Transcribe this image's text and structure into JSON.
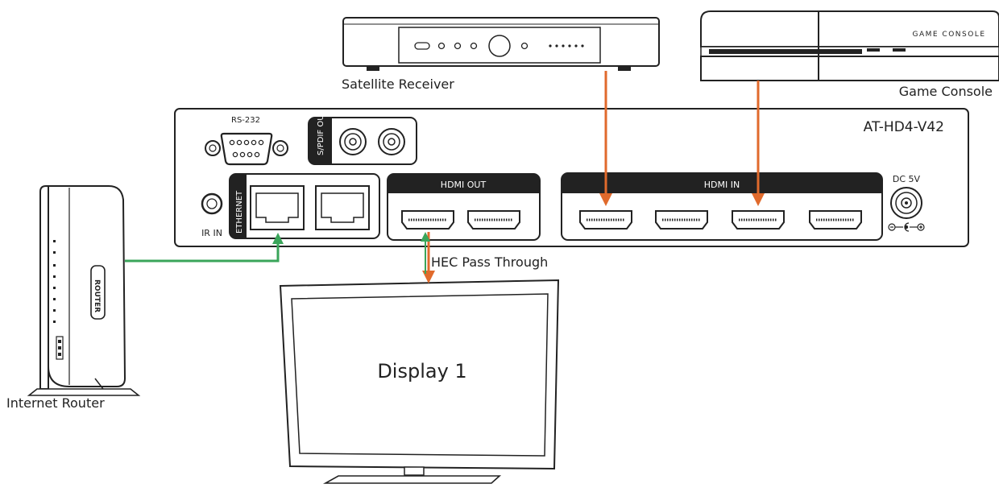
{
  "devices": {
    "satellite_receiver": {
      "label": "Satellite Receiver"
    },
    "game_console": {
      "label": "Game Console",
      "badge": "Game Console"
    },
    "internet_router": {
      "label": "Internet Router",
      "badge": "ROUTER"
    },
    "display": {
      "label": "Display 1"
    },
    "matrix": {
      "model": "AT-HD4-V42",
      "rs232_label": "RS-232",
      "spdif_label": "S/PDIF OUT",
      "ethernet_label": "ETHERNET",
      "ir_in_label": "IR IN",
      "hdmi_out_label": "HDMI OUT",
      "hdmi_in_label": "HDMI IN",
      "dc_label": "DC 5V"
    }
  },
  "connections": {
    "hec_label": "HEC Pass Through"
  },
  "colors": {
    "hdmi_cable": "#e06a2c",
    "ethernet_cable": "#3aa55a",
    "outline": "#222222"
  }
}
